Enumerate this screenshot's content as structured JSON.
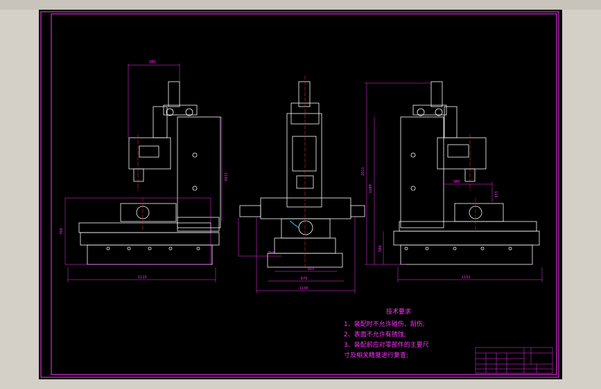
{
  "colors": {
    "background": "#000000",
    "frame": "#ff33ff",
    "geometry": "#ffffff",
    "dimension": "#ff33ff",
    "centerline": "#ff3333",
    "accent": "#33ccff"
  },
  "dimensions": {
    "front_top_width": "380",
    "front_height": "1160",
    "front_left": "760",
    "front_bottom": "1110",
    "side_center_a": "750",
    "side_center_b": "810",
    "side_center_c": "670",
    "side_bottom": "1100",
    "right_total": "2011",
    "right_mid": "1689",
    "right_low": "580",
    "right_bottom": "1101",
    "right_inner_a": "380",
    "right_inner_b": "116"
  },
  "notes": {
    "title": "技术要求",
    "items": [
      "1、装配时不允许碰伤、刮伤;",
      "2、表面不允许有锈蚀;",
      "3、装配前应对零部件的主要尺",
      "寸及相关精度进行复查;"
    ]
  }
}
